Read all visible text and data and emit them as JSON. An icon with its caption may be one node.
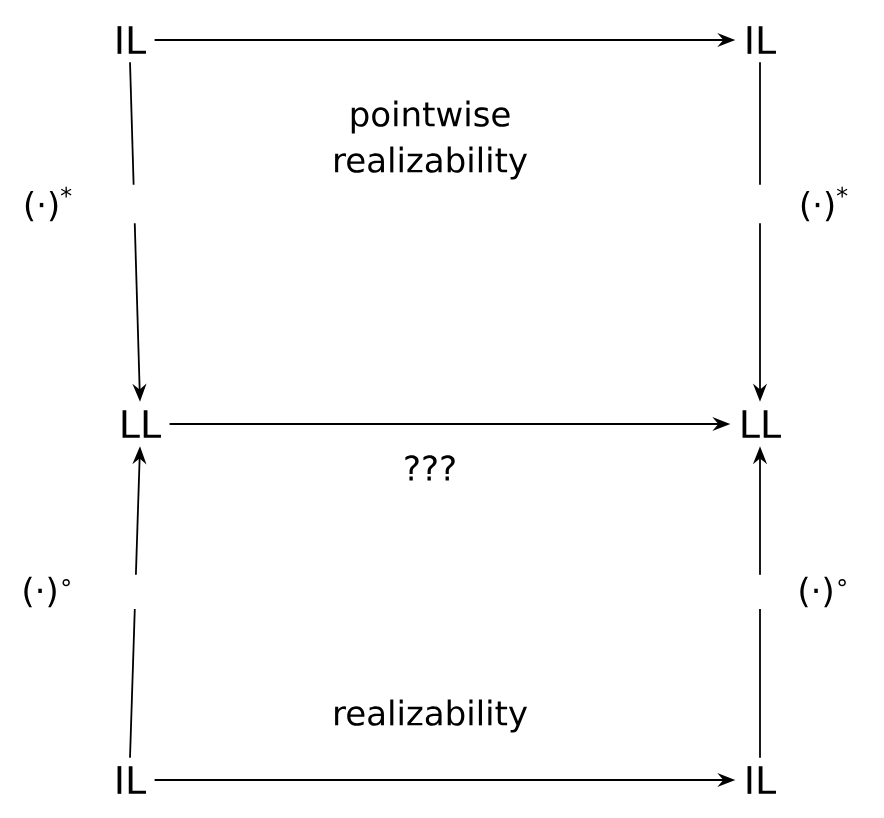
{
  "diagram": {
    "nodes": [
      {
        "text": [
          "IL"
        ]
      },
      {
        "text": [
          "IL"
        ]
      },
      {
        "text": [
          "LL"
        ]
      },
      {
        "text": [
          "LL"
        ]
      },
      {
        "text": [
          "IL"
        ]
      },
      {
        "text": [
          "IL"
        ]
      }
    ],
    "edges": [
      {
        "from": 0,
        "to": 1,
        "arrow": "to",
        "label": "pointwise realizability"
      },
      {
        "from": 0,
        "to": 2,
        "arrow": "to",
        "label": "(·)$^{*}$"
      },
      {
        "from": 1,
        "to": 3,
        "arrow": "to",
        "label": "(·)$^{*}$"
      },
      {
        "from": 2,
        "to": 3,
        "arrow": "to",
        "label": "???"
      },
      {
        "from": 4,
        "to": 2,
        "arrow": "to",
        "label": "(·)$^{∘}$"
      },
      {
        "from": 5,
        "to": 3,
        "arrow": "to",
        "label": "(·)$^{∘}$"
      },
      {
        "from": 4,
        "to": 5,
        "arrow": "to",
        "label": "realizability"
      }
    ]
  }
}
